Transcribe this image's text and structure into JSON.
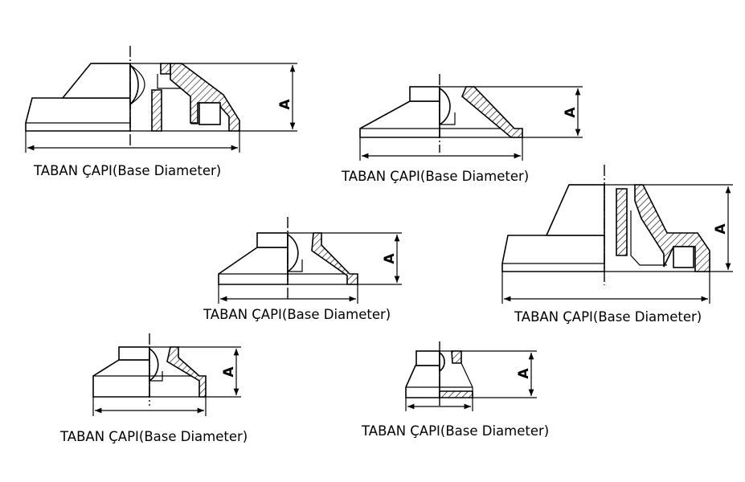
{
  "figures": [
    {
      "caption": "TABAN ÇAPI(Base Diameter)",
      "dimension_label": "A"
    },
    {
      "caption": "TABAN ÇAPI(Base Diameter)",
      "dimension_label": "A"
    },
    {
      "caption": "TABAN ÇAPI(Base Diameter)",
      "dimension_label": "A"
    },
    {
      "caption": "TABAN ÇAPI(Base Diameter)",
      "dimension_label": "A"
    },
    {
      "caption": "TABAN ÇAPI(Base Diameter)",
      "dimension_label": "A"
    },
    {
      "caption": "TABAN ÇAPI(Base Diameter)",
      "dimension_label": "A"
    }
  ]
}
